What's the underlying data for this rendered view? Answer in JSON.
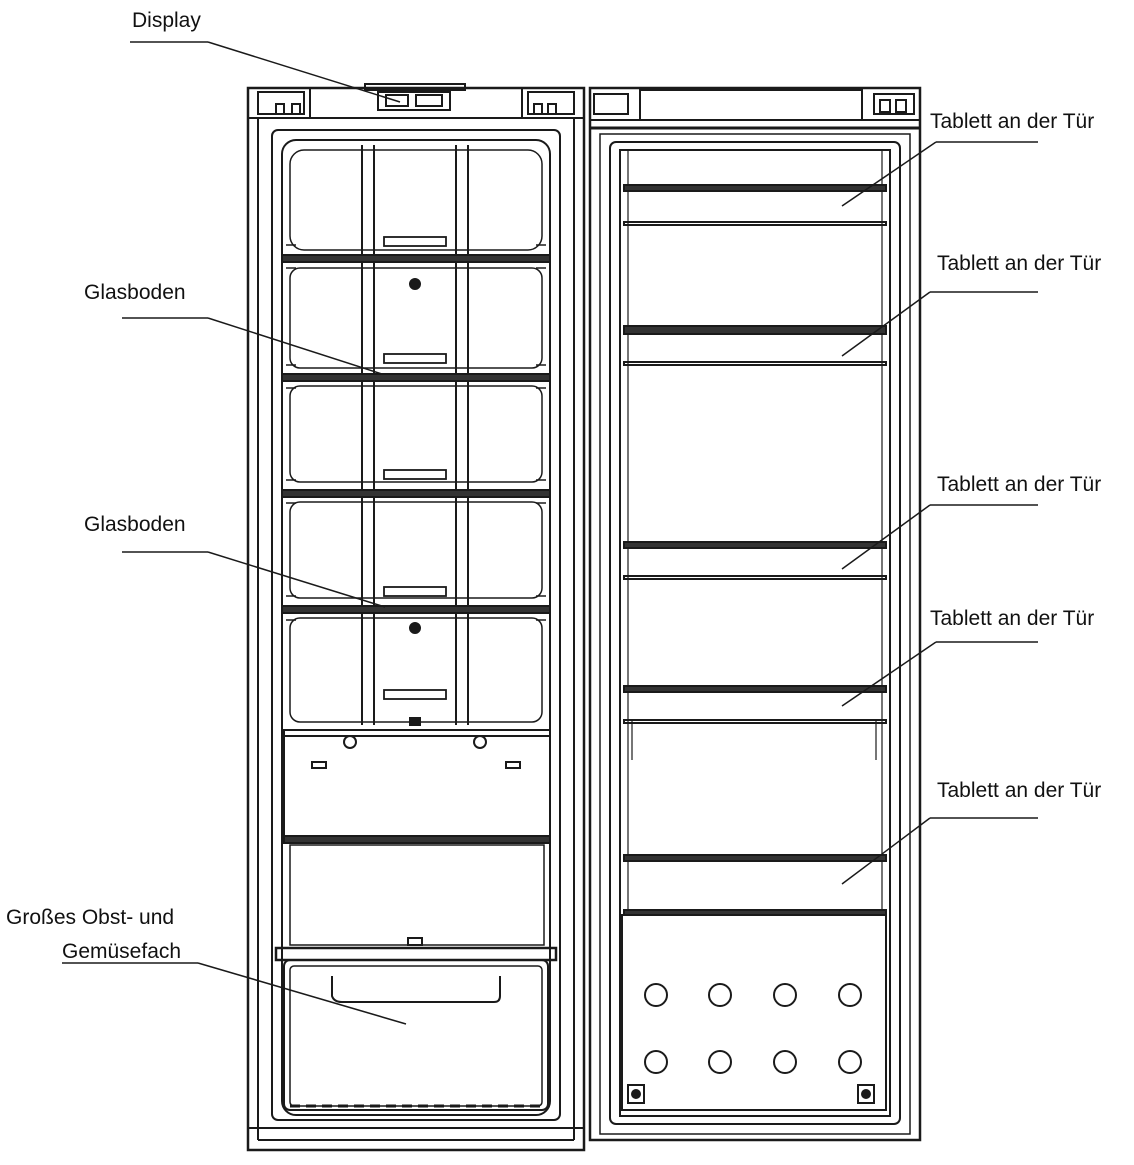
{
  "labels": {
    "display": "Display",
    "glasboden_1": "Glasboden",
    "glasboden_2": "Glasboden",
    "crisper_line1": "Großes Obst- und",
    "crisper_line2": "Gemüsefach",
    "door_tray_1": "Tablett an der Tür",
    "door_tray_2": "Tablett an der Tür",
    "door_tray_3": "Tablett an der Tür",
    "door_tray_4": "Tablett an der Tür",
    "door_tray_5": "Tablett an der Tür"
  },
  "colors": {
    "line": "#1a1a1a",
    "background": "#ffffff"
  }
}
